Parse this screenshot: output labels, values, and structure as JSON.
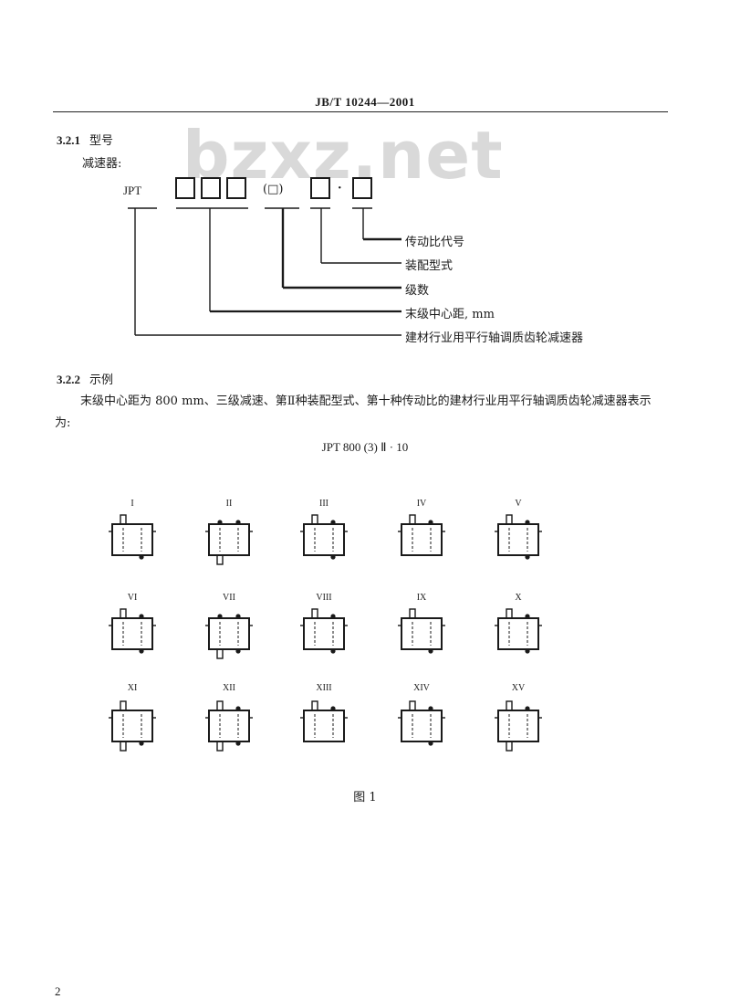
{
  "header": {
    "title": "JB/T 10244—2001"
  },
  "watermark": "bzxz.net",
  "section_321": {
    "number": "3.2.1",
    "title": "型号",
    "subtitle": "减速器:",
    "prefix": "JPT",
    "paren_box": "(□)",
    "dot": "·",
    "legend": [
      "传动比代号",
      "装配型式",
      "级数",
      "末级中心距, mm",
      "建材行业用平行轴调质齿轮减速器"
    ]
  },
  "section_322": {
    "number": "3.2.2",
    "title": "示例",
    "paragraph": "末级中心距为 800 mm、三级减速、第Ⅱ种装配型式、第十种传动比的建材行业用平行轴调质齿轮减速器表示为:",
    "example": "JPT 800 (3) Ⅱ · 10"
  },
  "figure": {
    "labels": [
      "I",
      "II",
      "III",
      "IV",
      "V",
      "VI",
      "VII",
      "VIII",
      "IX",
      "X",
      "XI",
      "XII",
      "XIII",
      "XIV",
      "XV"
    ],
    "caption": "图 1"
  },
  "page_number": "2"
}
